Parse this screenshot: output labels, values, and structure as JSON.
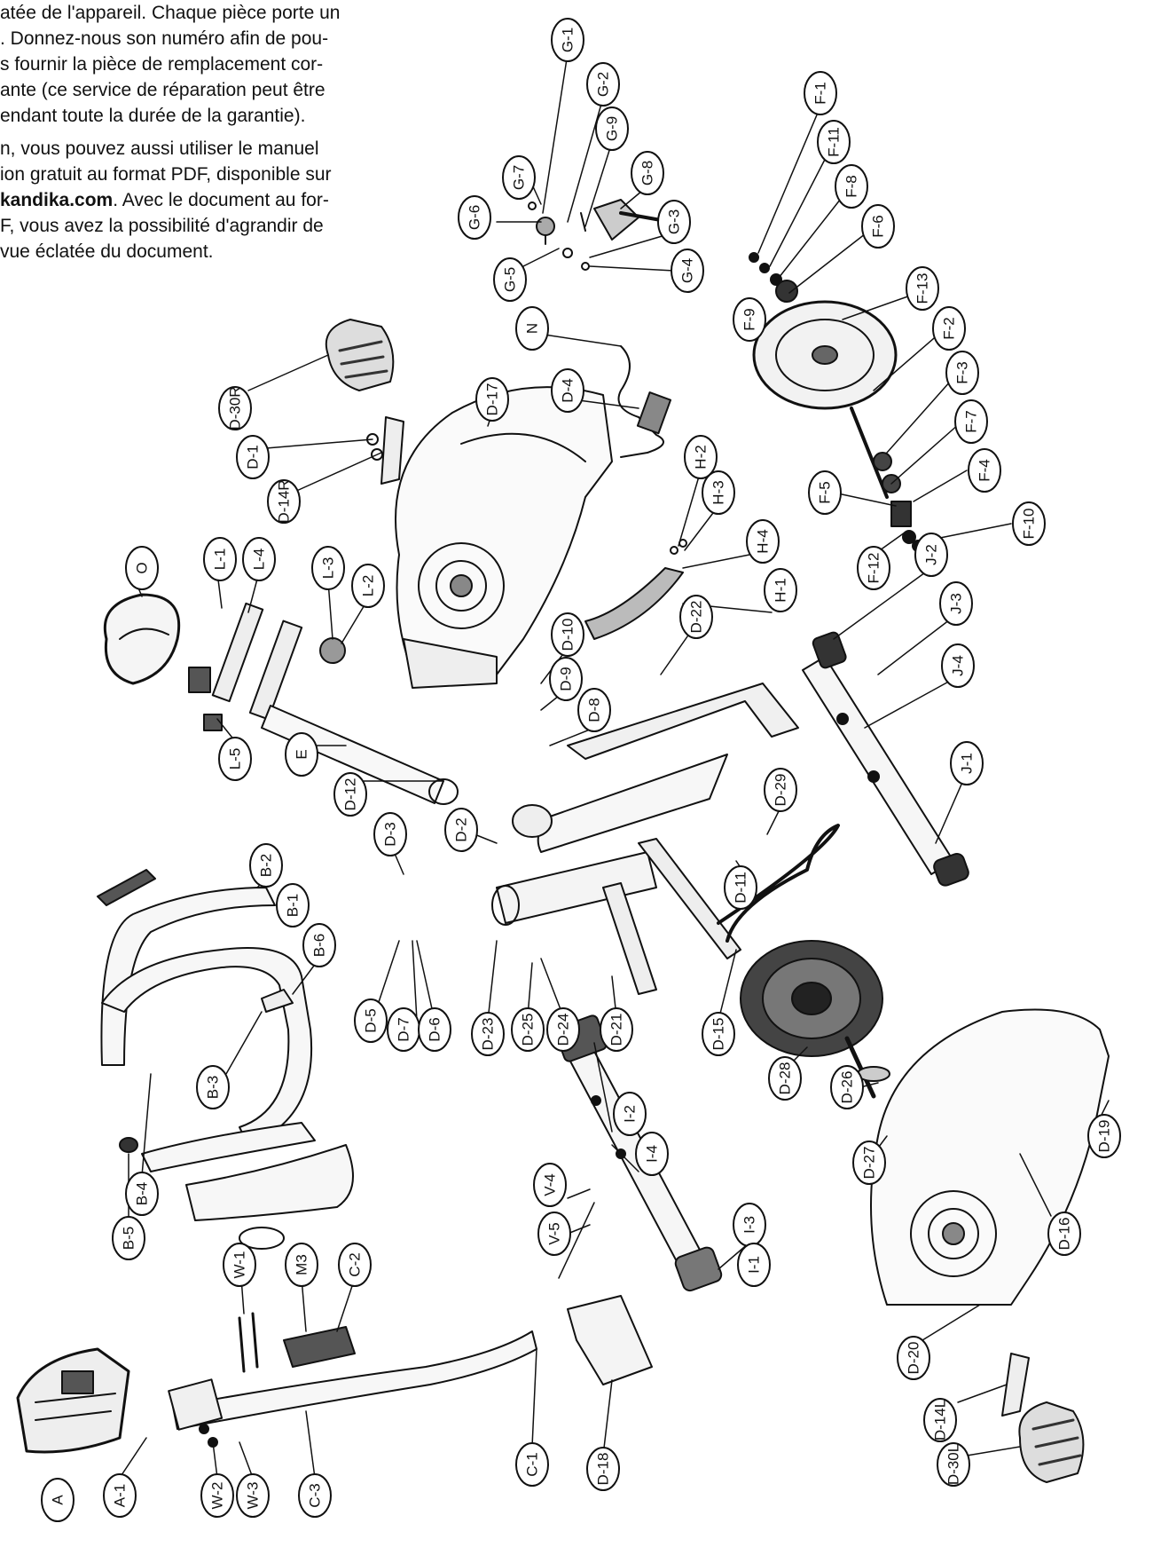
{
  "intro": {
    "line1": "atée de l'appareil. Chaque pièce porte un",
    "line2": ". Donnez-nous son numéro afin de pou-",
    "line3": "s fournir la pièce de remplacement cor-",
    "line4": "ante (ce service de réparation peut être",
    "line5": "endant toute la durée de la garantie).",
    "line6": "n, vous pouvez aussi utiliser le manuel",
    "line7": "ion gratuit au format PDF, disponible sur",
    "line8_bold": "kandika.com",
    "line8_rest": ". Avec le document au for-",
    "line9": "F, vous avez la possibilité d'agrandir de",
    "line10": "vue éclatée du document."
  },
  "colors": {
    "ink": "#111111",
    "paper": "#ffffff",
    "shade": "#555555"
  },
  "labels": [
    {
      "id": "G-1",
      "text": "G-1"
    },
    {
      "id": "G-2",
      "text": "G-2"
    },
    {
      "id": "G-9",
      "text": "G-9"
    },
    {
      "id": "G-8",
      "text": "G-8"
    },
    {
      "id": "G-7",
      "text": "G-7"
    },
    {
      "id": "G-6",
      "text": "G-6"
    },
    {
      "id": "G-3",
      "text": "G-3"
    },
    {
      "id": "G-5",
      "text": "G-5"
    },
    {
      "id": "G-4",
      "text": "G-4"
    },
    {
      "id": "F-1",
      "text": "F-1"
    },
    {
      "id": "F-11",
      "text": "F-11"
    },
    {
      "id": "F-8",
      "text": "F-8"
    },
    {
      "id": "F-6",
      "text": "F-6"
    },
    {
      "id": "F-9",
      "text": "F-9"
    },
    {
      "id": "F-13",
      "text": "F-13"
    },
    {
      "id": "F-2",
      "text": "F-2"
    },
    {
      "id": "F-3",
      "text": "F-3"
    },
    {
      "id": "F-7",
      "text": "F-7"
    },
    {
      "id": "F-4",
      "text": "F-4"
    },
    {
      "id": "F-5",
      "text": "F-5"
    },
    {
      "id": "F-10",
      "text": "F-10"
    },
    {
      "id": "F-12",
      "text": "F-12"
    },
    {
      "id": "N",
      "text": "N"
    },
    {
      "id": "D-4",
      "text": "D-4"
    },
    {
      "id": "D-17",
      "text": "D-17"
    },
    {
      "id": "D-30R",
      "text": "D-30R"
    },
    {
      "id": "D-1",
      "text": "D-1"
    },
    {
      "id": "D-14R",
      "text": "D-14R"
    },
    {
      "id": "H-2",
      "text": "H-2"
    },
    {
      "id": "H-3",
      "text": "H-3"
    },
    {
      "id": "H-4",
      "text": "H-4"
    },
    {
      "id": "H-1",
      "text": "H-1"
    },
    {
      "id": "O",
      "text": "O"
    },
    {
      "id": "L-1",
      "text": "L-1"
    },
    {
      "id": "L-4",
      "text": "L-4"
    },
    {
      "id": "L-3",
      "text": "L-3"
    },
    {
      "id": "L-2",
      "text": "L-2"
    },
    {
      "id": "L-5",
      "text": "L-5"
    },
    {
      "id": "E",
      "text": "E"
    },
    {
      "id": "D-10",
      "text": "D-10"
    },
    {
      "id": "D-22",
      "text": "D-22"
    },
    {
      "id": "D-9",
      "text": "D-9"
    },
    {
      "id": "D-8",
      "text": "D-8"
    },
    {
      "id": "J-2",
      "text": "J-2"
    },
    {
      "id": "J-3",
      "text": "J-3"
    },
    {
      "id": "J-4",
      "text": "J-4"
    },
    {
      "id": "J-1",
      "text": "J-1"
    },
    {
      "id": "D-12",
      "text": "D-12"
    },
    {
      "id": "D-3",
      "text": "D-3"
    },
    {
      "id": "D-2",
      "text": "D-2"
    },
    {
      "id": "D-29",
      "text": "D-29"
    },
    {
      "id": "B-2",
      "text": "B-2"
    },
    {
      "id": "B-1",
      "text": "B-1"
    },
    {
      "id": "B-6",
      "text": "B-6"
    },
    {
      "id": "D-11",
      "text": "D-11"
    },
    {
      "id": "D-5",
      "text": "D-5"
    },
    {
      "id": "D-7",
      "text": "D-7"
    },
    {
      "id": "D-6",
      "text": "D-6"
    },
    {
      "id": "D-23",
      "text": "D-23"
    },
    {
      "id": "D-25",
      "text": "D-25"
    },
    {
      "id": "D-24",
      "text": "D-24"
    },
    {
      "id": "D-21",
      "text": "D-21"
    },
    {
      "id": "D-15",
      "text": "D-15"
    },
    {
      "id": "D-28",
      "text": "D-28"
    },
    {
      "id": "B-3",
      "text": "B-3"
    },
    {
      "id": "D-26",
      "text": "D-26"
    },
    {
      "id": "I-2",
      "text": "I-2"
    },
    {
      "id": "I-4",
      "text": "I-4"
    },
    {
      "id": "D-27",
      "text": "D-27"
    },
    {
      "id": "D-19",
      "text": "D-19"
    },
    {
      "id": "D-16",
      "text": "D-16"
    },
    {
      "id": "B-4",
      "text": "B-4"
    },
    {
      "id": "B-5",
      "text": "B-5"
    },
    {
      "id": "V-4",
      "text": "V-4"
    },
    {
      "id": "I-3",
      "text": "I-3"
    },
    {
      "id": "V-5",
      "text": "V-5"
    },
    {
      "id": "I-1",
      "text": "I-1"
    },
    {
      "id": "W-1",
      "text": "W-1"
    },
    {
      "id": "M3",
      "text": "M3"
    },
    {
      "id": "C-2",
      "text": "C-2"
    },
    {
      "id": "D-20",
      "text": "D-20"
    },
    {
      "id": "D-14L",
      "text": "D-14L"
    },
    {
      "id": "D-30L",
      "text": "D-30L"
    },
    {
      "id": "C-1",
      "text": "C-1"
    },
    {
      "id": "D-18",
      "text": "D-18"
    },
    {
      "id": "A",
      "text": "A"
    },
    {
      "id": "A-1",
      "text": "A-1"
    },
    {
      "id": "W-2",
      "text": "W-2"
    },
    {
      "id": "W-3",
      "text": "W-3"
    },
    {
      "id": "C-3",
      "text": "C-3"
    }
  ]
}
